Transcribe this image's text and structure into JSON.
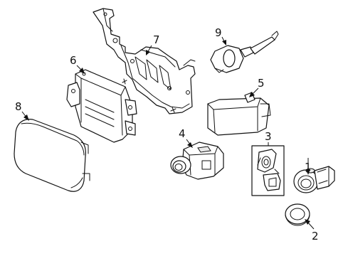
{
  "callouts": {
    "c1": "1",
    "c2": "2",
    "c3": "3",
    "c4": "4",
    "c5": "5",
    "c6": "6",
    "c7": "7",
    "c8": "8",
    "c9": "9"
  },
  "parts": [
    {
      "id": "1",
      "name": "parking-sensor"
    },
    {
      "id": "2",
      "name": "sensor-retainer-ring"
    },
    {
      "id": "3",
      "name": "sensor-bracket-kit"
    },
    {
      "id": "4",
      "name": "camera-module"
    },
    {
      "id": "5",
      "name": "control-module"
    },
    {
      "id": "6",
      "name": "radar-control-unit"
    },
    {
      "id": "7",
      "name": "mounting-bracket"
    },
    {
      "id": "8",
      "name": "radar-cover"
    },
    {
      "id": "9",
      "name": "temperature-sensor"
    }
  ]
}
